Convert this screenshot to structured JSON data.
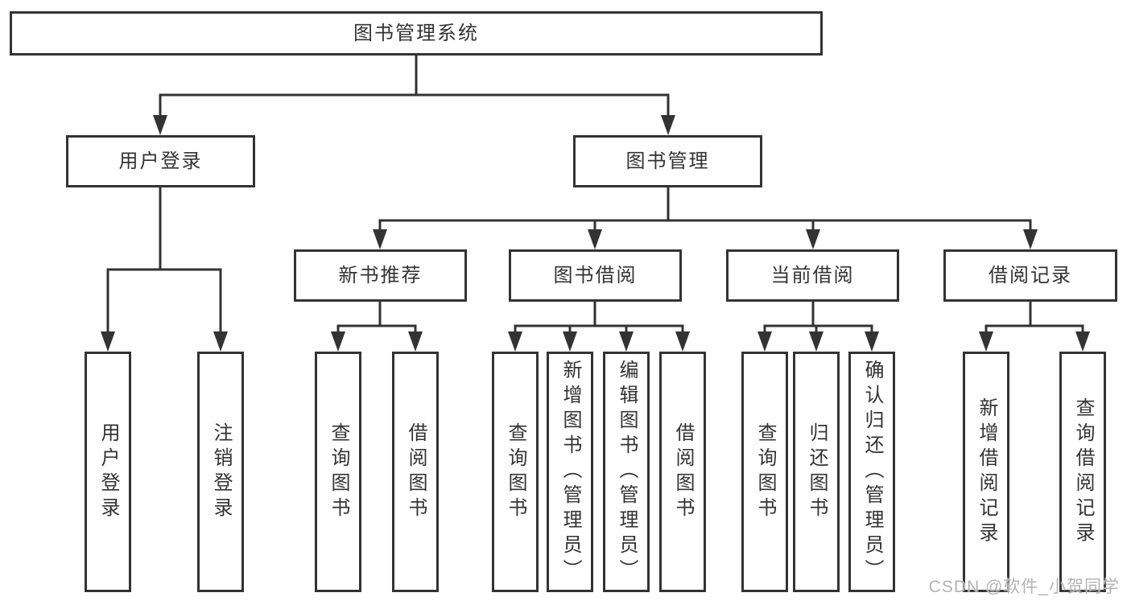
{
  "diagram": {
    "root": {
      "label": "图书管理系统"
    },
    "nodes": {
      "userLogin": {
        "label": "用户登录"
      },
      "bookMgmt": {
        "label": "图书管理"
      },
      "newBooks": {
        "label": "新书推荐"
      },
      "bookBorrow": {
        "label": "图书借阅"
      },
      "currentBorrow": {
        "label": "当前借阅"
      },
      "borrowRecords": {
        "label": "借阅记录"
      },
      "leafUserLogin": {
        "label": "用户登录"
      },
      "leafLogout": {
        "label": "注销登录"
      },
      "leafQueryBooksA": {
        "label": "查询图书"
      },
      "leafBorrowBooksA": {
        "label": "借阅图书"
      },
      "leafQueryBooksB": {
        "label": "查询图书"
      },
      "leafAddBooks": {
        "label": "新增图书（管理员）"
      },
      "leafEditBooks": {
        "label": "编辑图书（管理员）"
      },
      "leafBorrowBooksB": {
        "label": "借阅图书"
      },
      "leafQueryBooksC": {
        "label": "查询图书"
      },
      "leafReturnBooks": {
        "label": "归还图书"
      },
      "leafConfirmReturn": {
        "label": "确认归还（管理员）"
      },
      "leafAddBorrowRecord": {
        "label": "新增借阅记录"
      },
      "leafQueryBorrowRecord": {
        "label": "查询借阅记录"
      }
    },
    "edges": [
      {
        "from": "图书管理系统",
        "to": [
          "用户登录",
          "图书管理"
        ]
      },
      {
        "from": "用户登录",
        "to": [
          "用户登录",
          "注销登录"
        ]
      },
      {
        "from": "图书管理",
        "to": [
          "新书推荐",
          "图书借阅",
          "当前借阅",
          "借阅记录"
        ]
      },
      {
        "from": "新书推荐",
        "to": [
          "查询图书",
          "借阅图书"
        ]
      },
      {
        "from": "图书借阅",
        "to": [
          "查询图书",
          "新增图书（管理员）",
          "编辑图书（管理员）",
          "借阅图书"
        ]
      },
      {
        "from": "当前借阅",
        "to": [
          "查询图书",
          "归还图书",
          "确认归还（管理员）"
        ]
      },
      {
        "from": "借阅记录",
        "to": [
          "新增借阅记录",
          "查询借阅记录"
        ]
      }
    ]
  },
  "watermark": {
    "text": "CSDN @软件_小贺同学"
  },
  "colors": {
    "line": "#333333",
    "text": "#333333",
    "background": "#ffffff",
    "watermark": "#b3b3b3"
  }
}
